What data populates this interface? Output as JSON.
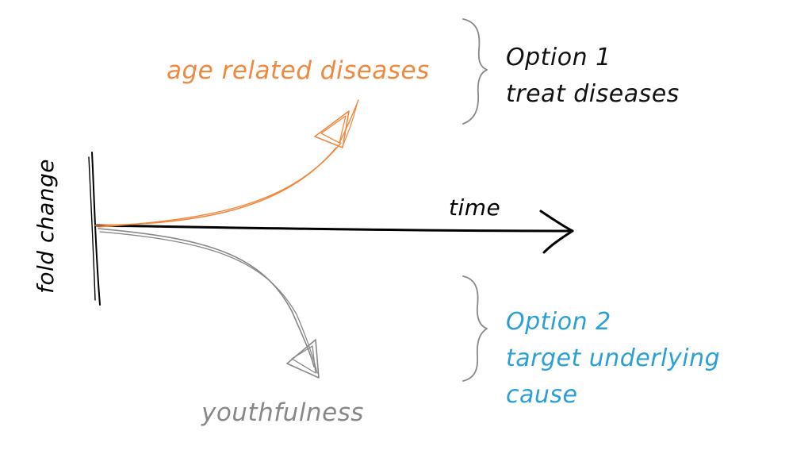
{
  "colors": {
    "age_curve": "#f0883f",
    "youth_curve": "#888888",
    "axis": "#000000",
    "option1_text": "#111111",
    "option2_text": "#2a9fd8",
    "brace": "#888888"
  },
  "labels": {
    "age_related_diseases": "age related diseases",
    "time": "time",
    "youthfulness": "youthfulness",
    "fold_change": "fold change"
  },
  "options": [
    {
      "lines": [
        "Option 1",
        "treat diseases"
      ]
    },
    {
      "lines": [
        "Option 2",
        "target underlying",
        "cause"
      ]
    }
  ]
}
